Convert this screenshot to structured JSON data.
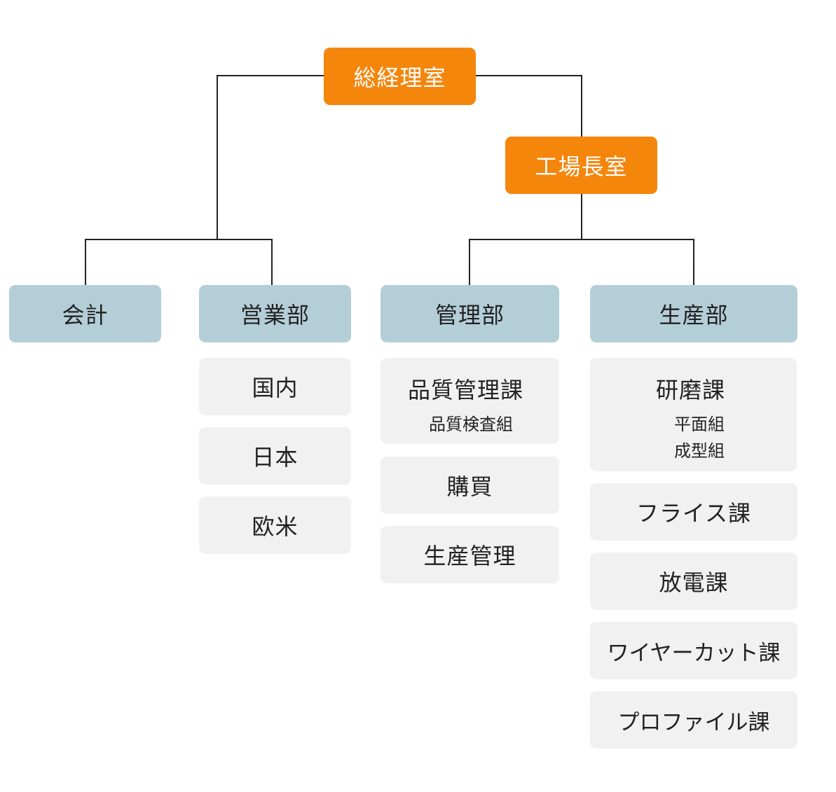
{
  "executives": {
    "president": "総経理室",
    "factory_director": "工場長室"
  },
  "departments": {
    "accounting": "会計",
    "sales": {
      "label": "営業部",
      "units": [
        "国内",
        "日本",
        "欧米"
      ]
    },
    "management": {
      "label": "管理部",
      "quality": {
        "label": "品質管理課",
        "groups": [
          "品質検査組"
        ]
      },
      "units": [
        "購買",
        "生産管理"
      ]
    },
    "production": {
      "label": "生産部",
      "polishing": {
        "label": "研磨課",
        "groups": [
          "平面組",
          "成型組"
        ]
      },
      "units": [
        "フライス課",
        "放電課",
        "ワイヤーカット課",
        "プロファイル課"
      ]
    }
  },
  "colors": {
    "executive": "#f5860c",
    "department": "#b4ced8",
    "unit": "#f1f1f1",
    "line": "#222222"
  }
}
